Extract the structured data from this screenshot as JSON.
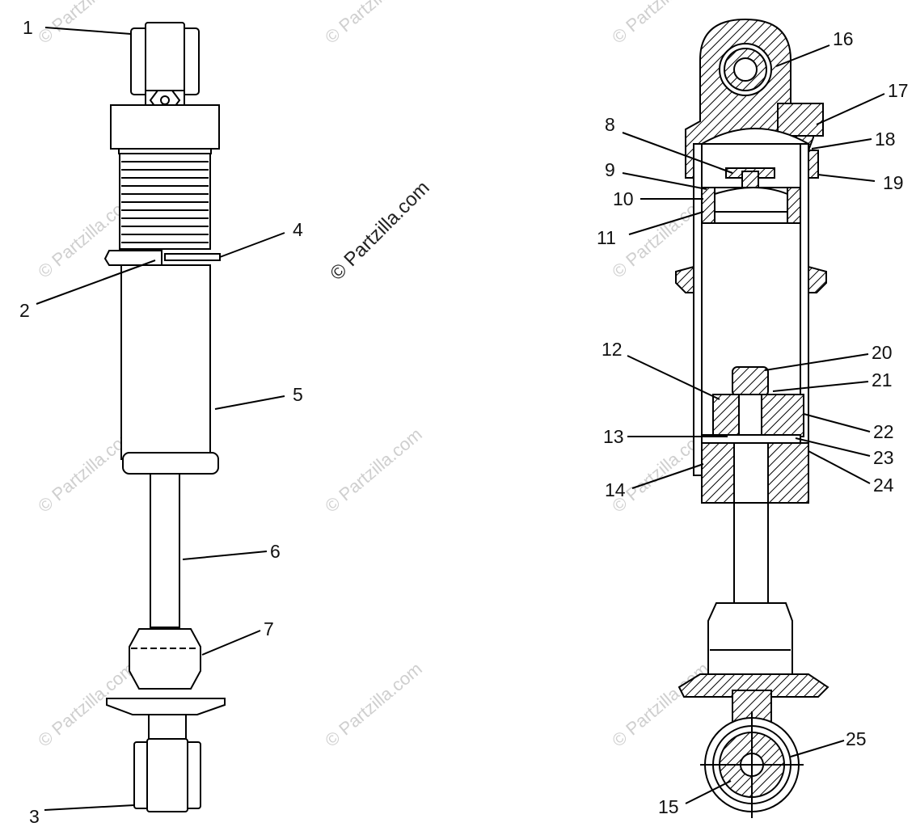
{
  "watermark": {
    "main": "© Partzilla.com",
    "faint": "© Partzilla.com"
  },
  "callouts": [
    "1",
    "2",
    "3",
    "4",
    "5",
    "6",
    "7",
    "8",
    "9",
    "10",
    "11",
    "12",
    "13",
    "14",
    "15",
    "16",
    "17",
    "18",
    "19",
    "20",
    "21",
    "22",
    "23",
    "24",
    "25"
  ]
}
